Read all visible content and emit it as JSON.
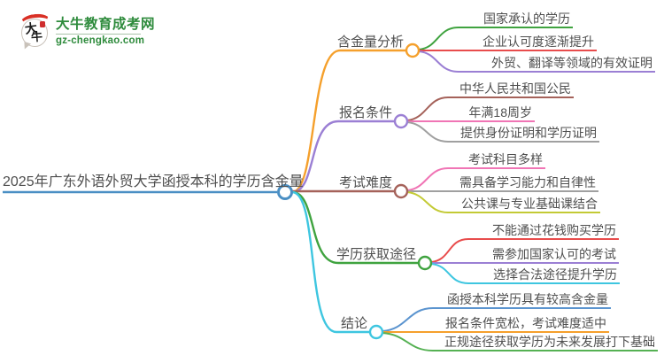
{
  "logo": {
    "title": "大牛教育成考网",
    "url": "gz-chengkao.com",
    "icon_text_1": "大",
    "icon_text_2": "牛",
    "icon_name": "speech-bubble-with-daniu-calligraphy-and-red-seal",
    "brand_green": "#2e8b3c",
    "seal_red": "#cf2e2e"
  },
  "colors": {
    "blue": "#4a8fc4",
    "orange": "#f5a02c",
    "purple": "#9b7fd4",
    "brown": "#a5625a",
    "green": "#3fa33f",
    "cyan": "#3ec6e0",
    "red": "#e84c4c",
    "pink": "#f075b5",
    "gray": "#a0a0a0",
    "olive": "#c3ca35",
    "child_blue": "#5b94cf",
    "child_green": "#55b153",
    "text": "#4f4f4f",
    "node_fill": "#ffffff"
  },
  "mindmap": {
    "central": {
      "label": "2025年广东外语外贸大学函授本科的学历含金量"
    },
    "branches": [
      {
        "label": "含金量分析",
        "children": [
          "国家承认的学历",
          "企业认可度逐渐提升",
          "外贸、翻译等领域的有效证明"
        ]
      },
      {
        "label": "报名条件",
        "children": [
          "中华人民共和国公民",
          "年满18周岁",
          "提供身份证明和学历证明"
        ]
      },
      {
        "label": "考试难度",
        "children": [
          "考试科目多样",
          "需具备学习能力和自律性",
          "公共课与专业基础课结合"
        ]
      },
      {
        "label": "学历获取途径",
        "children": [
          "不能通过花钱购买学历",
          "需参加国家认可的考试",
          "选择合法途径提升学历"
        ]
      },
      {
        "label": "结论",
        "children": [
          "函授本科学历具有较高含金量",
          "报名条件宽松，考试难度适中",
          "正规途径获取学历为未来发展打下基础"
        ]
      }
    ]
  }
}
